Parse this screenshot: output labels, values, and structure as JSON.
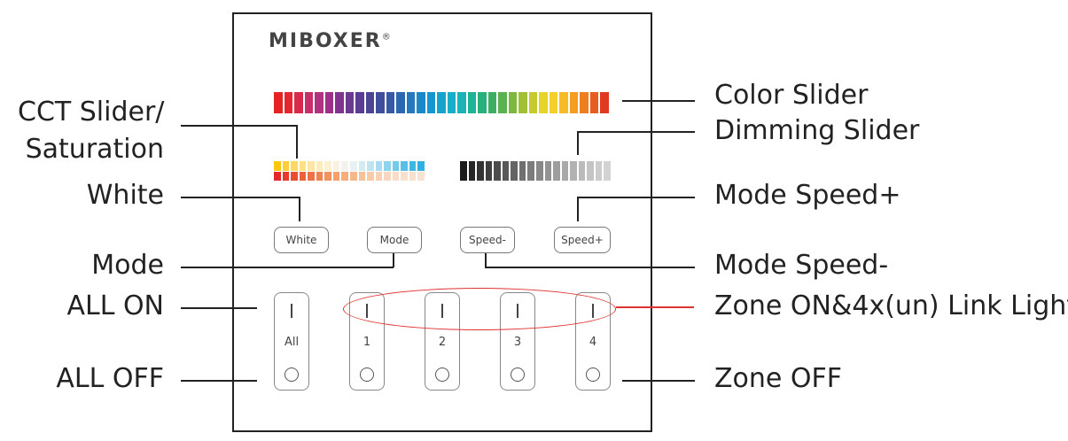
{
  "brand": {
    "logo": "MIBOXER",
    "registered": "®"
  },
  "callouts": {
    "cct_slider_line1": "CCT Slider/",
    "cct_slider_line2": "Saturation",
    "white": "White",
    "mode": "Mode",
    "all_on": "ALL ON",
    "all_off": "ALL OFF",
    "color_slider": "Color Slider",
    "dimming_slider": "Dimming Slider",
    "mode_speed_plus": "Mode Speed+",
    "mode_speed_minus": "Mode Speed-",
    "zone_on_link": "Zone ON&4x(un) Link Light",
    "zone_off": "Zone OFF"
  },
  "buttons": {
    "white": "White",
    "mode": "Mode",
    "speed_minus": "Speed-",
    "speed_plus": "Speed+"
  },
  "zones": [
    {
      "label": "All"
    },
    {
      "label": "1"
    },
    {
      "label": "2"
    },
    {
      "label": "3"
    },
    {
      "label": "4"
    }
  ],
  "colors": {
    "highlight": "#e0322f",
    "color_slider": [
      "#e52421",
      "#e4262f",
      "#d82a4b",
      "#c72f6b",
      "#b1327f",
      "#9b3189",
      "#82338d",
      "#6c3990",
      "#5a3d92",
      "#4b4594",
      "#3f4f9c",
      "#3659a5",
      "#2c67b2",
      "#2677bd",
      "#1a88c7",
      "#1497cf",
      "#18a3cf",
      "#1aadc6",
      "#1bb3b3",
      "#1eb396",
      "#27b07a",
      "#3daf63",
      "#59b14f",
      "#7cb740",
      "#a1c036",
      "#c5ca2f",
      "#e6d42b",
      "#f5d02a",
      "#f7bb26",
      "#f39e23",
      "#ee7f21",
      "#e75c20",
      "#e13a22"
    ],
    "cct_top": [
      "#fbc60f",
      "#fccf3a",
      "#fdd862",
      "#fde184",
      "#fde6a5",
      "#fdeabd",
      "#fdefd2",
      "#fbf1e2",
      "#f3f2ee",
      "#e5f1f3",
      "#d2ebf1",
      "#bfe4ef",
      "#a8dcee",
      "#8fd3ec",
      "#74cae9",
      "#58c0e6",
      "#3fb7e3",
      "#2fb0e0"
    ],
    "cct_bottom": [
      "#e5262a",
      "#e73a2e",
      "#e94e35",
      "#eb613c",
      "#ed7346",
      "#ef8452",
      "#f1935f",
      "#f3a16d",
      "#f4ad7c",
      "#f5b88b",
      "#f6c29a",
      "#f7caa8",
      "#f8d1b4",
      "#f9d7bf",
      "#fadcc7",
      "#fadfcc",
      "#fae1cf",
      "#fae2d1"
    ],
    "dimming": [
      "#1a1a1a",
      "#262626",
      "#333333",
      "#3f3f3f",
      "#4c4c4c",
      "#585858",
      "#646464",
      "#707070",
      "#7c7c7c",
      "#888888",
      "#939393",
      "#9e9e9e",
      "#a8a8a8",
      "#b2b2b2",
      "#bbbbbb",
      "#c4c4c4",
      "#cccccc",
      "#d3d3d3"
    ]
  }
}
